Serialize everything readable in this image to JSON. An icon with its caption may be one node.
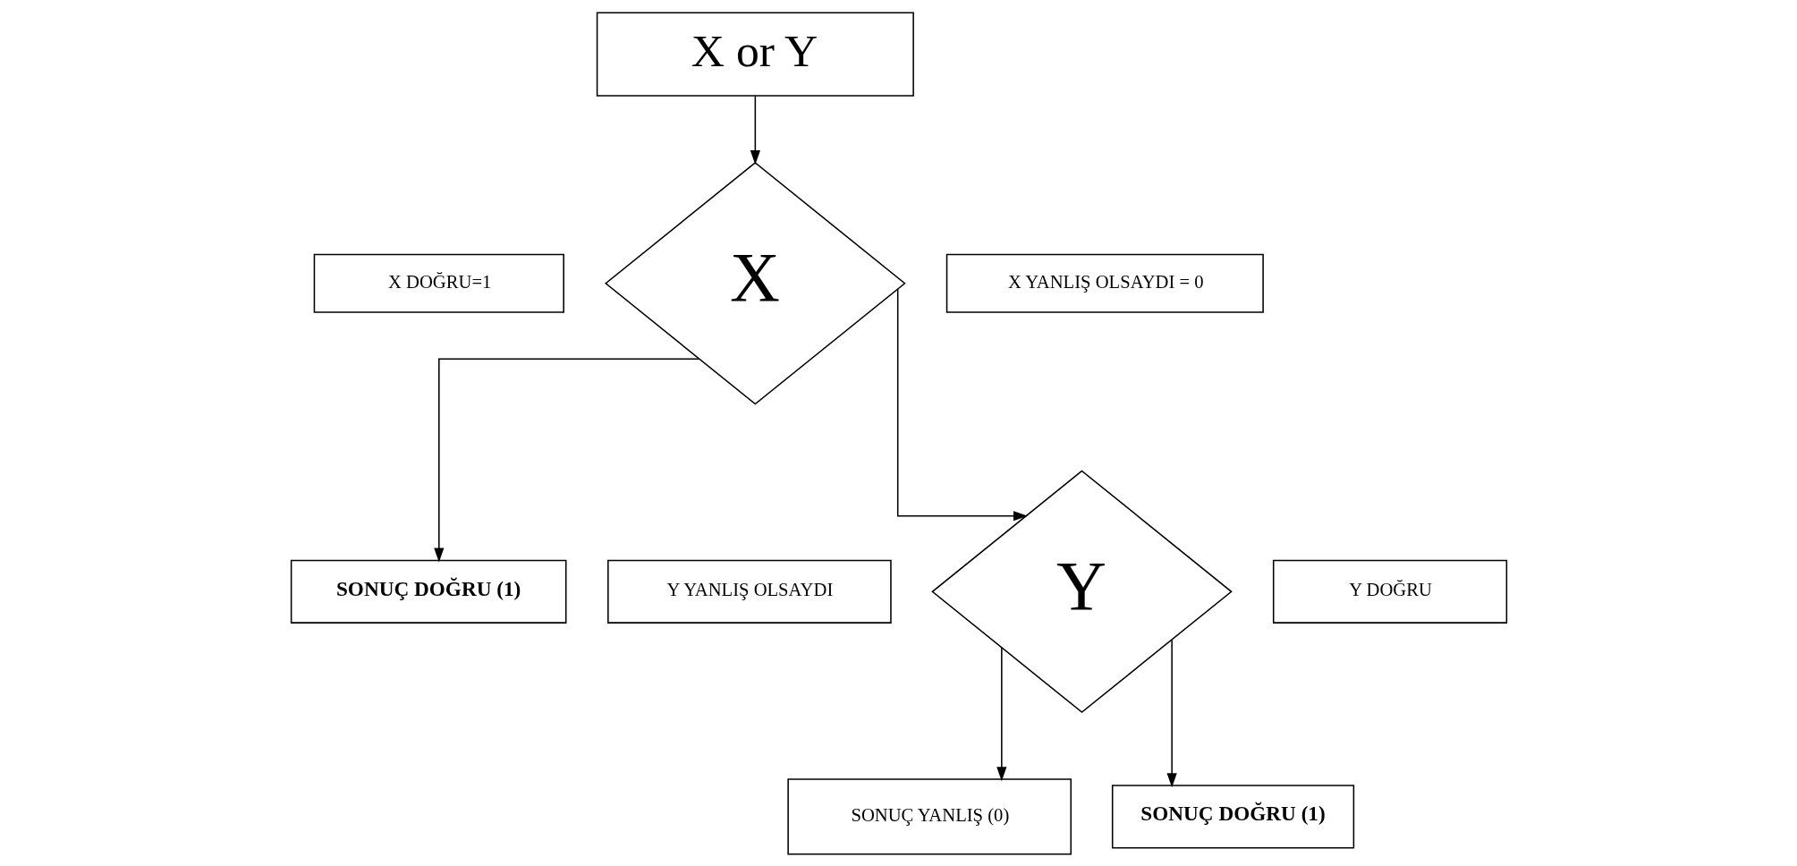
{
  "diagram": {
    "nodes": [
      {
        "text": [
          "X or Y"
        ]
      },
      {
        "text": [
          "X DOĞRU=1"
        ]
      },
      {
        "text": [
          "X"
        ]
      },
      {
        "text": [
          "X YANLIŞ OLSAYDI = 0"
        ]
      },
      {
        "text": [
          "SONUÇ DOĞRU (1)"
        ]
      },
      {
        "text": [
          "Y YANLIŞ OLSAYDI"
        ]
      },
      {
        "text": [
          "Y"
        ]
      },
      {
        "text": [
          "Y DOĞRU"
        ]
      },
      {
        "text": [
          "SONUÇ YANLIŞ (0)"
        ]
      },
      {
        "text": [
          "SONUÇ DOĞRU (1)"
        ]
      }
    ],
    "edges": [
      {
        "from": 0,
        "to": 2,
        "arrow": "to"
      },
      {
        "from": 2,
        "to": 4,
        "arrow": "to"
      },
      {
        "from": 2,
        "to": 6,
        "arrow": "to"
      },
      {
        "from": 6,
        "to": 8,
        "arrow": "to"
      },
      {
        "from": 6,
        "to": 9,
        "arrow": "to"
      }
    ]
  }
}
